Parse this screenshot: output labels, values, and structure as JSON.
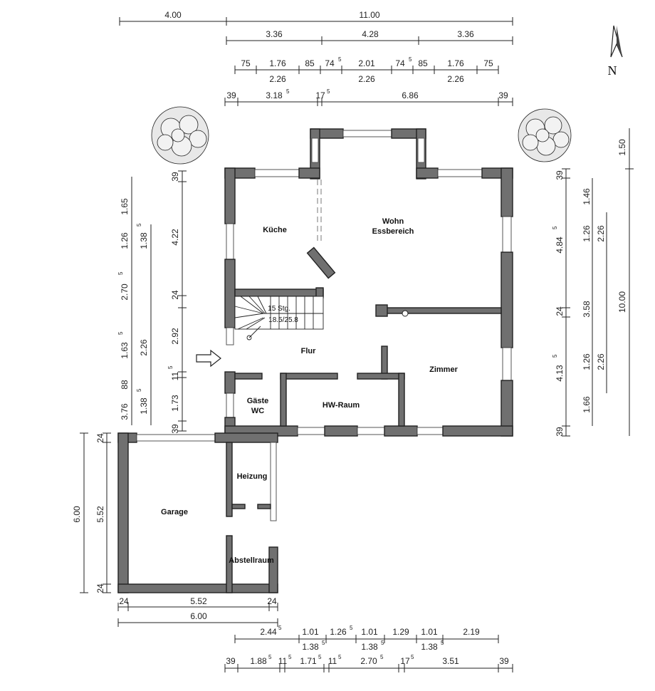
{
  "compass": {
    "north": "N"
  },
  "dims_top": {
    "r1": [
      "4.00",
      "11.00"
    ],
    "r2": [
      "3.36",
      "4.28",
      "3.36"
    ],
    "r3a": [
      "75",
      "1.76",
      "85",
      "74",
      "2.01",
      "74",
      "85",
      "1.76",
      "75"
    ],
    "r3a_sup": [
      "5",
      "5"
    ],
    "r3b": [
      "2.26",
      "2.26",
      "2.26"
    ],
    "r4": [
      "39",
      "3.18",
      "17",
      "6.86",
      "39"
    ],
    "r4_sup": [
      "5",
      "5"
    ]
  },
  "dims_left": {
    "c1": [
      "1.65",
      "1.26",
      "2.70",
      "1.63",
      "88",
      "3.76"
    ],
    "c1_sup": [
      "5",
      "5"
    ],
    "c2": [
      "1.38",
      "2.26",
      "1.38"
    ],
    "c2_sup": [
      "5",
      "5"
    ],
    "c3": [
      "39",
      "4.22",
      "24",
      "2.92",
      "11",
      "1.73",
      "39"
    ],
    "c3_sup": [
      "5"
    ]
  },
  "dims_right": {
    "c1": [
      "39",
      "4.84",
      "24",
      "4.13",
      "39"
    ],
    "c1_sup": [
      "5",
      "5"
    ],
    "c2": [
      "1.46",
      "1.26",
      "3.58",
      "1.26",
      "1.66"
    ],
    "c3": [
      "2.26",
      "2.26"
    ],
    "c4": [
      "1.50",
      "10.00"
    ]
  },
  "dims_garage": {
    "left": [
      "6.00",
      "5.52",
      "24",
      "24"
    ],
    "bottom": [
      "24",
      "5.52",
      "24",
      "6.00"
    ]
  },
  "dims_bottom": {
    "r1": [
      "2.44",
      "1.01",
      "1.26",
      "1.01",
      "1.29",
      "1.01",
      "2.19"
    ],
    "r1_sup": [
      "5",
      "5"
    ],
    "r1b": [
      "1.38",
      "1.38",
      "1.38"
    ],
    "r1b_sup": [
      "5",
      "5",
      "5"
    ],
    "r2": [
      "39",
      "1.88",
      "11",
      "1.71",
      "11",
      "2.70",
      "17",
      "3.51",
      "39"
    ],
    "r2_sup": [
      "5",
      "5",
      "5",
      "5",
      "5",
      "5",
      "5"
    ]
  },
  "rooms": {
    "kueche": "Küche",
    "wohn1": "Wohn",
    "wohn2": "Essbereich",
    "flur": "Flur",
    "zimmer": "Zimmer",
    "gaeste1": "Gäste",
    "gaeste2": "WC",
    "hw": "HW-Raum",
    "garage": "Garage",
    "heizung": "Heizung",
    "abstell": "Abstellraum"
  },
  "stairs": {
    "steps": "15 Stg.",
    "size": "18.5/25.8"
  }
}
